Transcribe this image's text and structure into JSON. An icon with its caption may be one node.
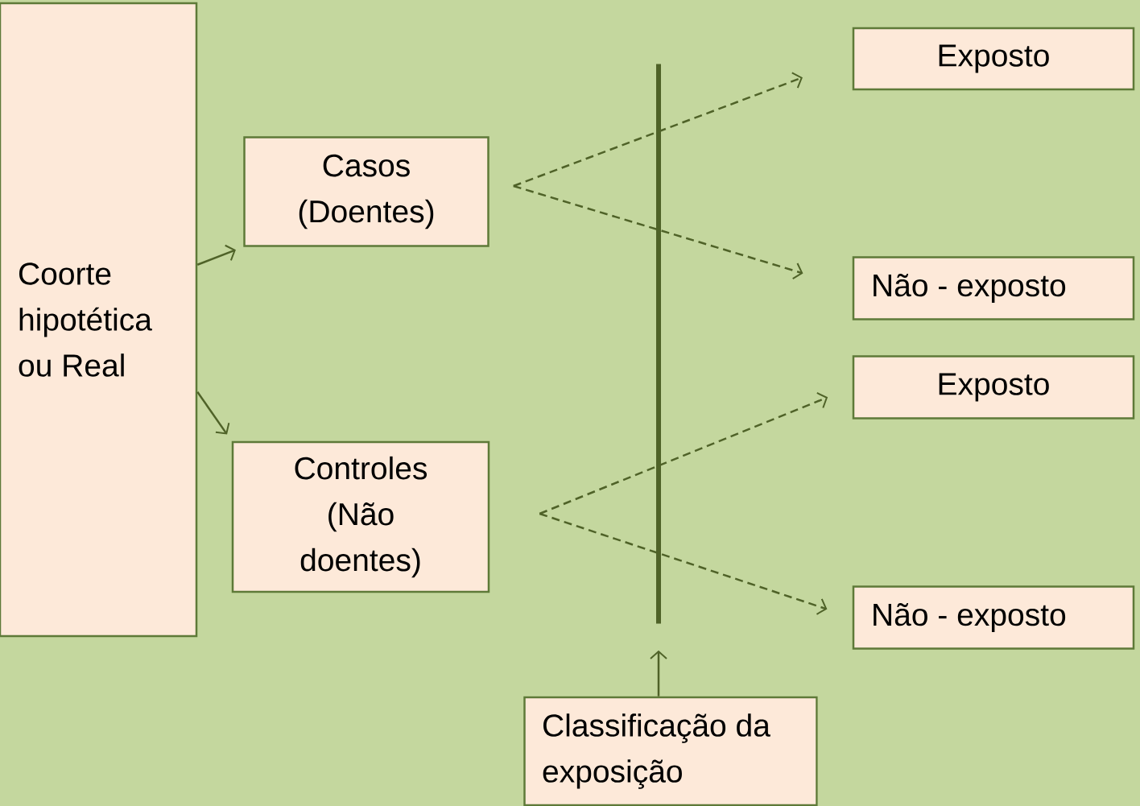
{
  "diagram": {
    "nodes": [
      {
        "text": [
          "Coorte hipotética ou Real"
        ]
      },
      {
        "text": [
          "Casos (Doentes)"
        ]
      },
      {
        "text": [
          "Controles (Não doentes)"
        ]
      },
      {
        "text": [
          "Exposto"
        ]
      },
      {
        "text": [
          "Não - exposto"
        ]
      },
      {
        "text": [
          "Exposto"
        ]
      },
      {
        "text": [
          "Não - exposto"
        ]
      },
      {
        "text": [
          "Classificação da exposição"
        ]
      },
      {
        "text": [],
        "shape": "bar"
      }
    ],
    "edges": [
      {
        "from": 0,
        "to": 1,
        "arrow": "to"
      },
      {
        "from": 0,
        "to": 2,
        "arrow": "to"
      },
      {
        "from": 1,
        "to": 3,
        "arrow": "to",
        "style": "dashed"
      },
      {
        "from": 1,
        "to": 4,
        "arrow": "to",
        "style": "dashed"
      },
      {
        "from": 2,
        "to": 5,
        "arrow": "to",
        "style": "dashed"
      },
      {
        "from": 2,
        "to": 6,
        "arrow": "to",
        "style": "dashed"
      },
      {
        "from": 7,
        "to": 8,
        "arrow": "to"
      }
    ]
  }
}
